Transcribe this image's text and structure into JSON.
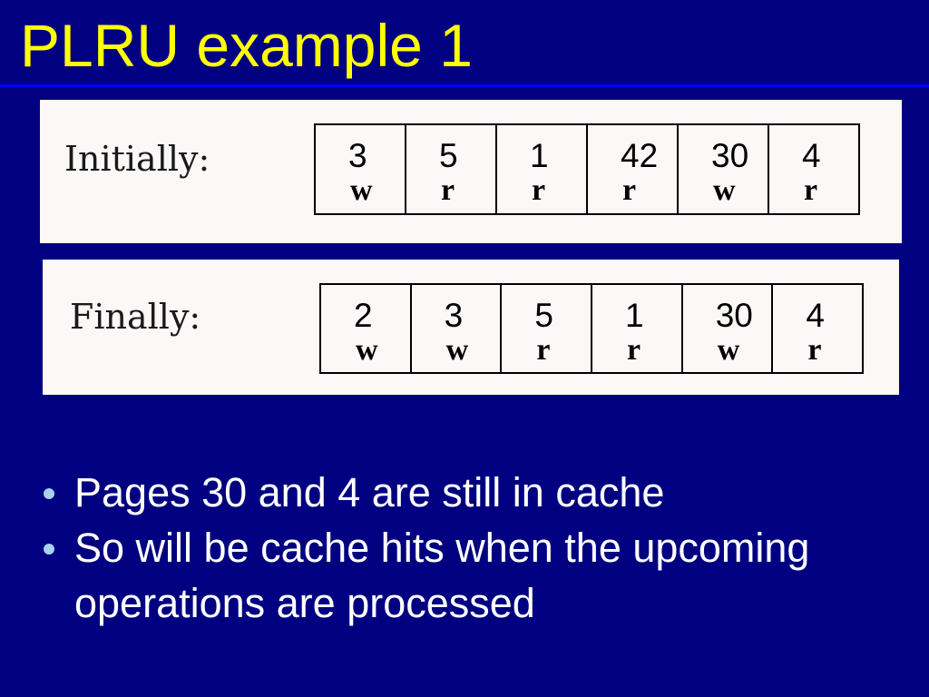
{
  "slide": {
    "title": "PLRU example 1",
    "colors": {
      "background": "#000080",
      "title": "#ffff00",
      "rule": "#0000ff",
      "panel": "#fcf8f8",
      "bullet_dot": "#a8d0f0"
    }
  },
  "panels": [
    {
      "label": "Initially:",
      "cells": [
        {
          "page": "3",
          "mode": "w"
        },
        {
          "page": "5",
          "mode": "r"
        },
        {
          "page": "1",
          "mode": "r"
        },
        {
          "page": "42",
          "mode": "r"
        },
        {
          "page": "30",
          "mode": "w"
        },
        {
          "page": "4",
          "mode": "r"
        }
      ]
    },
    {
      "label": "Finally:",
      "cells": [
        {
          "page": "2",
          "mode": "w"
        },
        {
          "page": "3",
          "mode": "w"
        },
        {
          "page": "5",
          "mode": "r"
        },
        {
          "page": "1",
          "mode": "r"
        },
        {
          "page": "30",
          "mode": "w"
        },
        {
          "page": "4",
          "mode": "r"
        }
      ]
    }
  ],
  "bullets": [
    "Pages 30 and 4 are still in cache",
    "So will be cache hits when the upcoming operations are processed"
  ]
}
